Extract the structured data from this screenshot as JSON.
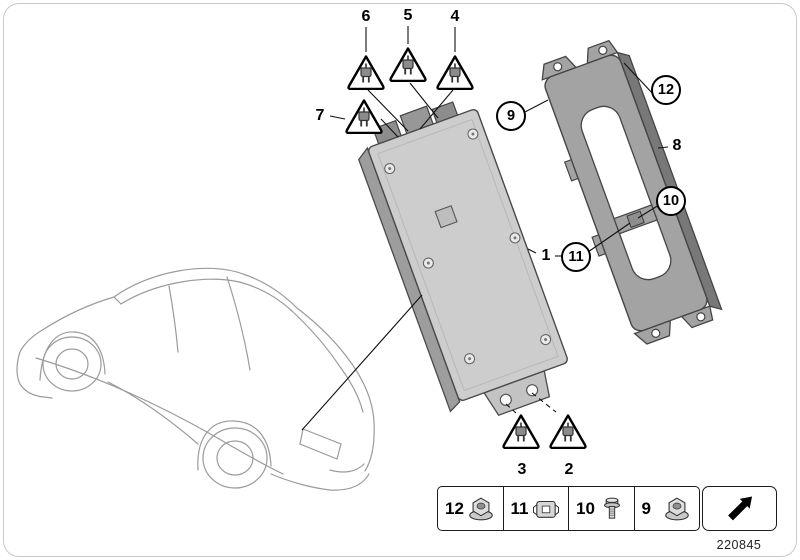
{
  "diagram_number": "220845",
  "callouts": {
    "n1": {
      "label": "1"
    },
    "n2": {
      "label": "2"
    },
    "n3": {
      "label": "3"
    },
    "n4": {
      "label": "4"
    },
    "n5": {
      "label": "5"
    },
    "n6": {
      "label": "6"
    },
    "n7": {
      "label": "7"
    },
    "n8": {
      "label": "8"
    },
    "n9": {
      "label": "9"
    },
    "n10": {
      "label": "10"
    },
    "n11": {
      "label": "11"
    },
    "n12": {
      "label": "12"
    }
  },
  "legend": {
    "items": [
      {
        "label": "12",
        "icon": "flange-nut-icon"
      },
      {
        "label": "11",
        "icon": "cage-nut-icon"
      },
      {
        "label": "10",
        "icon": "hex-bolt-icon"
      },
      {
        "label": "9",
        "icon": "flange-nut-icon"
      }
    ]
  },
  "colors": {
    "line": "#000000",
    "module_fill": "#cdcdcd",
    "bracket_fill": "#a3a3a3"
  }
}
